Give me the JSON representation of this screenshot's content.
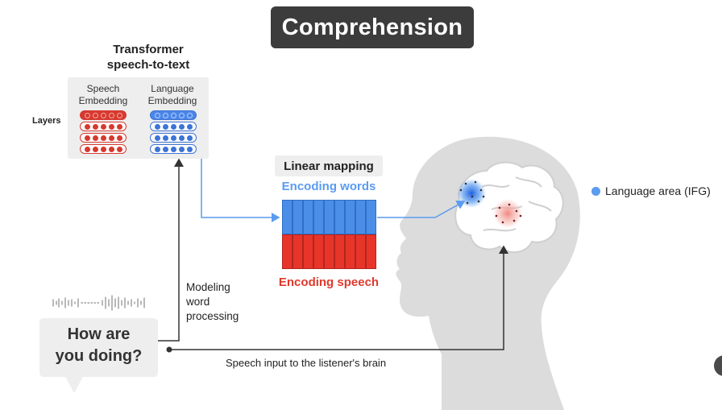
{
  "title": "Comprehension",
  "transformer": {
    "title_line1": "Transformer",
    "title_line2": "speech-to-text",
    "speech_col_line1": "Speech",
    "speech_col_line2": "Embedding",
    "lang_col_line1": "Language",
    "lang_col_line2": "Embedding",
    "layers_label": "Layers"
  },
  "mapping": {
    "label": "Linear mapping",
    "encoding_words": "Encoding words",
    "encoding_speech": "Encoding speech"
  },
  "modeling": {
    "line1": "Modeling",
    "line2": "word",
    "line3": "processing"
  },
  "speech_bubble": {
    "line1": "How are",
    "line2": "you doing?"
  },
  "speech_input_label": "Speech input to the listener's brain",
  "legend": {
    "label": "Language area (IFG)",
    "color": "#5a9cf0"
  },
  "colors": {
    "speech": "#e8352a",
    "language": "#4a8ee8",
    "title_bg": "#3c3c3c"
  },
  "icons": [
    "audio-waveform-icon",
    "head-silhouette-icon",
    "brain-icon"
  ]
}
